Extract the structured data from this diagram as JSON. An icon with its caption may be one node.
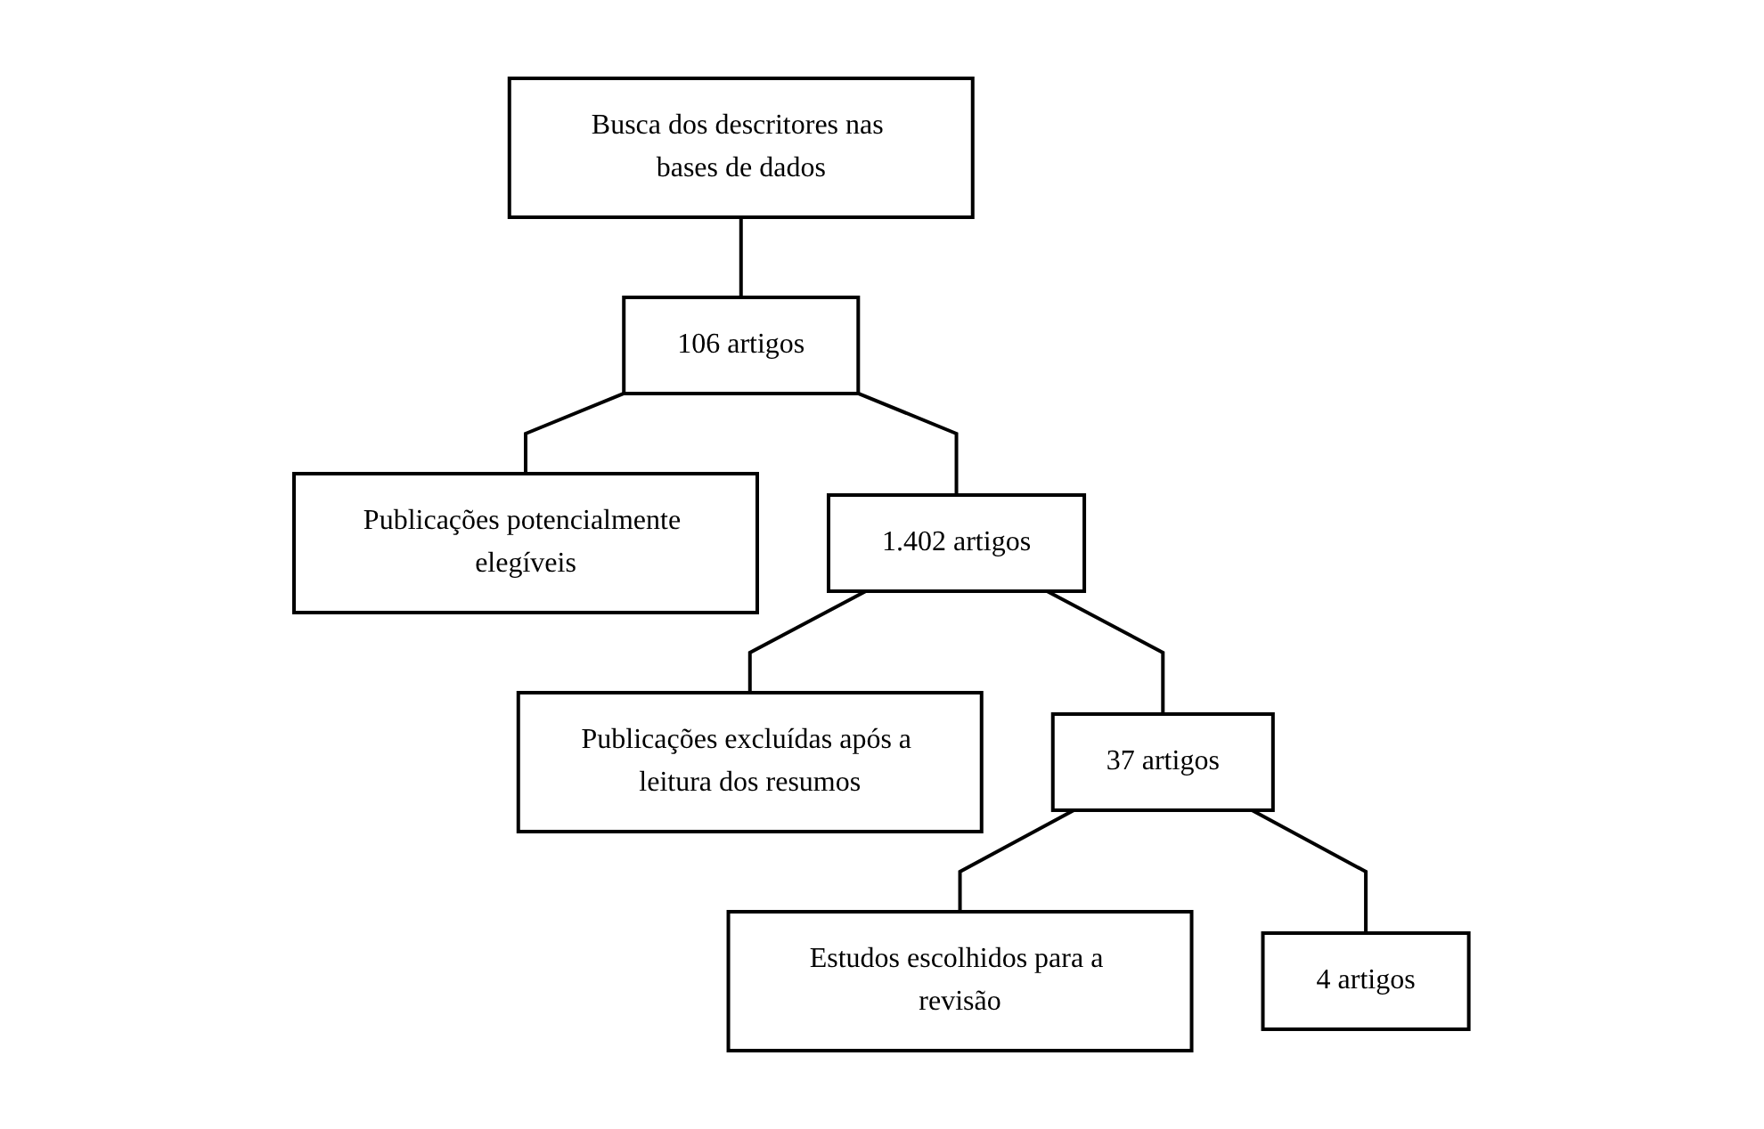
{
  "diagram": {
    "nodes": [
      {
        "text": [
          "Busca dos descritores nas bases de dados"
        ]
      },
      {
        "text": [
          "106 artigos"
        ]
      },
      {
        "text": [
          "Publicações potencialmente elegíveis"
        ]
      },
      {
        "text": [
          "1.402 artigos"
        ]
      },
      {
        "text": [
          "Publicações excluídas após a leitura dos resumos"
        ]
      },
      {
        "text": [
          "37 artigos"
        ]
      },
      {
        "text": [
          "Estudos escolhidos para a revisão"
        ]
      },
      {
        "text": [
          "4 artigos"
        ]
      }
    ],
    "edges": [
      {
        "from": 0,
        "to": 1,
        "arrow": "none"
      },
      {
        "from": 1,
        "to": 2,
        "arrow": "none"
      },
      {
        "from": 1,
        "to": 3,
        "arrow": "none"
      },
      {
        "from": 3,
        "to": 4,
        "arrow": "none"
      },
      {
        "from": 3,
        "to": 5,
        "arrow": "none"
      },
      {
        "from": 5,
        "to": 6,
        "arrow": "none"
      },
      {
        "from": 5,
        "to": 7,
        "arrow": "none"
      }
    ]
  }
}
